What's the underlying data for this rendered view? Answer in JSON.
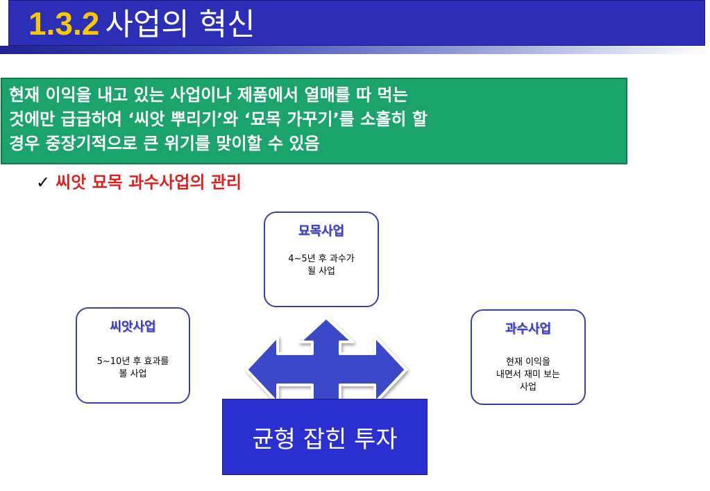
{
  "title": {
    "number": "1.3.2",
    "text": "사업의 혁신"
  },
  "summary": {
    "lines": [
      "현재 이익을 내고 있는 사업이나 제품에서 열매를 따 먹는",
      "것에만 급급하여 ‘씨앗 뿌리기’와 ‘묘목 가꾸기’를 소홀히 할",
      "경우 중장기적으로 큰 위기를 맞이할 수 있음"
    ]
  },
  "bullet": {
    "mark": "✓",
    "text": "씨앗 묘목 과수사업의 관리"
  },
  "cards": {
    "seedling": {
      "title": "묘목사업",
      "body": "4~5년 후 과수가\n될 사업"
    },
    "seed": {
      "title": "씨앗사업",
      "body": "5~10년 후 효과를\n볼 사업"
    },
    "fruit": {
      "title": "과수사업",
      "body": "현재 이익을\n내면서 재미 보는\n사업"
    }
  },
  "investment": {
    "label": "균형 잡힌 투자"
  },
  "colors": {
    "title_bar": "#2b2fb7",
    "title_number": "#f7c800",
    "summary_box": "#1aa36a",
    "bullet_text": "#e0201b",
    "arrows": "#3a48c8",
    "investment_box": "#2a2fcf"
  }
}
